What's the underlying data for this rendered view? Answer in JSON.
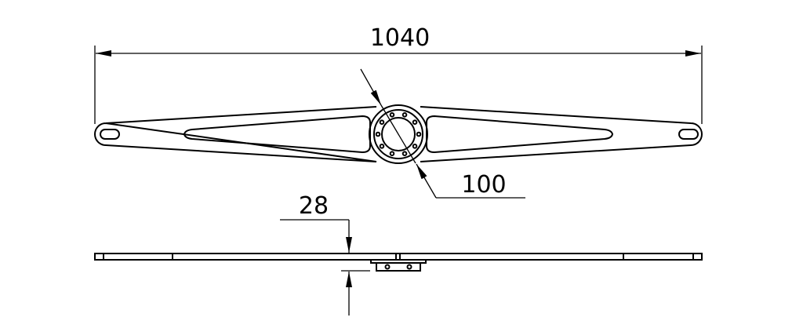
{
  "drawing": {
    "dimensions": {
      "overall_length": "1040",
      "hub_diameter": "100",
      "thickness": "28"
    },
    "colors": {
      "line": "#000000",
      "background": "#ffffff"
    }
  }
}
